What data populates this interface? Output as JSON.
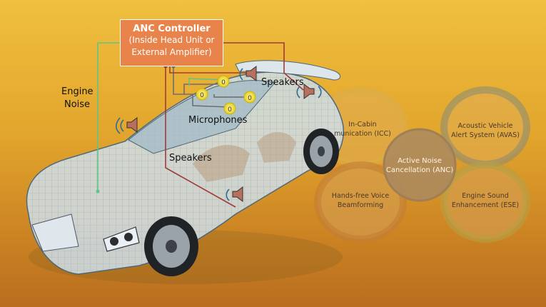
{
  "controller": {
    "title": "ANC Controller",
    "line2": "(Inside Head Unit or",
    "line3": "External Amplifier)",
    "box_color": "#e8834c"
  },
  "labels": {
    "engine_noise_1": "Engine",
    "engine_noise_2": "Noise",
    "speakers_top": "Speakers",
    "microphones": "Microphones",
    "speakers_mid": "Speakers"
  },
  "wire_colors": {
    "green": "#5fc48a",
    "red": "#a23a3a",
    "gray": "#6e6e6e"
  },
  "petals": {
    "center": {
      "line1": "Active Noise",
      "line2": "Cancellation (ANC)"
    },
    "icc": {
      "line1": "In-Cabin",
      "line2": "munication (ICC)"
    },
    "avas": {
      "line1": "Acoustic Vehicle",
      "line2": "Alert System (AVAS)"
    },
    "beam": {
      "line1": "Hands-free Voice",
      "line2": "Beamforming"
    },
    "ese": {
      "line1": "Engine Sound",
      "line2": "Enhancement (ESE)"
    }
  }
}
